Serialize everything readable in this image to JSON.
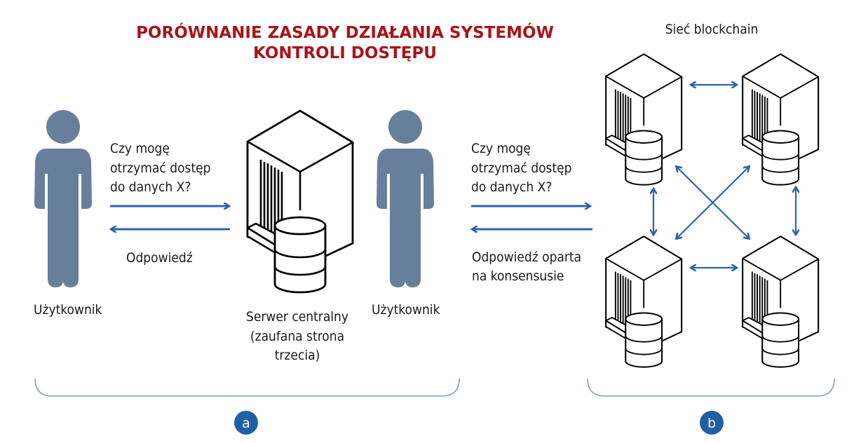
{
  "title": {
    "line1": "PORÓWNANIE ZASADY DZIAŁANIA SYSTEMÓW",
    "line2": "KONTROLI DOSTĘPU"
  },
  "colors": {
    "title": "#a8141a",
    "person": "#687f9c",
    "arrow": "#2b64a8",
    "badge": "#1f5fa6"
  },
  "panel_a": {
    "user_label": "Użytkownik",
    "question": [
      "Czy mogę",
      "otrzymać dostęp",
      "do danych X?"
    ],
    "answer": "Odpowiedź",
    "server_label": [
      "Serwer centralny",
      "(zaufana strona",
      "trzecia)"
    ],
    "badge": "a"
  },
  "panel_b": {
    "network_label": "Sieć blockchain",
    "user_label": "Użytkownik",
    "question": [
      "Czy mogę",
      "otrzymać dostęp",
      "do danych X?"
    ],
    "answer": [
      "Odpowiedź oparta",
      "na konsensusie"
    ],
    "badge": "b"
  }
}
